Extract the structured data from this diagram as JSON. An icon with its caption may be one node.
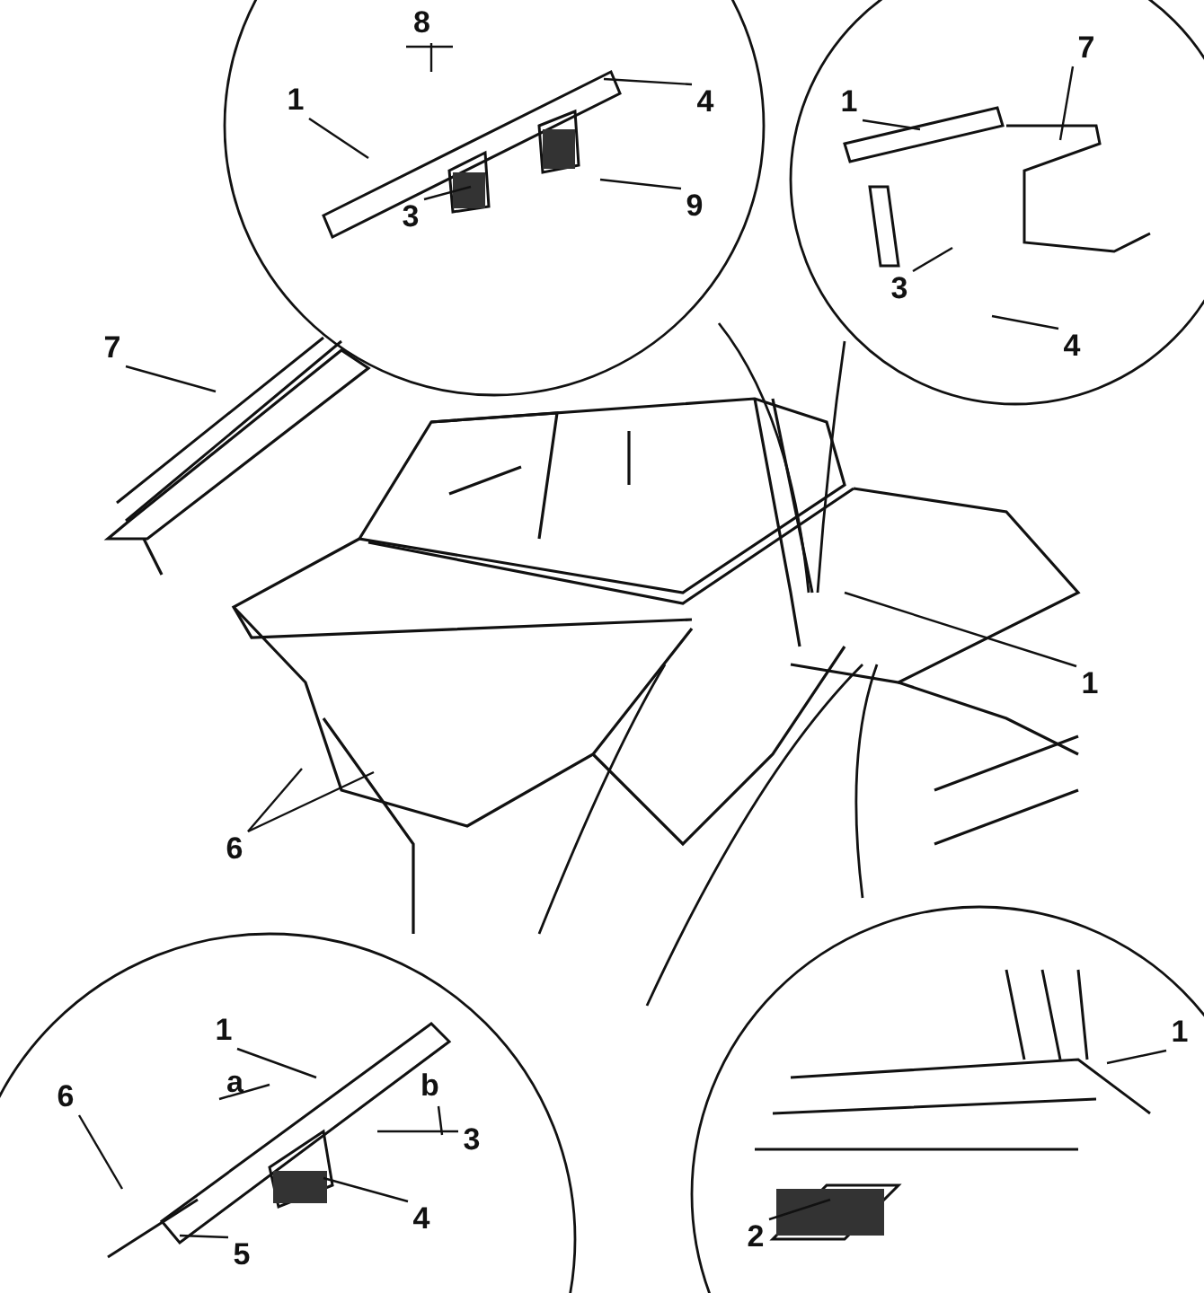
{
  "diagram": {
    "nodes": [
      {
        "text": [
          "1"
        ]
      },
      {
        "text": [
          "4"
        ]
      },
      {
        "text": [
          "9"
        ]
      },
      {
        "text": [
          "3"
        ]
      },
      {
        "text": [
          "1"
        ]
      },
      {
        "text": [
          "7"
        ]
      },
      {
        "text": [
          "3"
        ]
      },
      {
        "text": [
          "4"
        ]
      },
      {
        "text": [
          "7"
        ]
      },
      {
        "text": [
          "6"
        ]
      },
      {
        "text": [
          "1"
        ]
      },
      {
        "text": [
          "1"
        ]
      },
      {
        "text": [
          "6"
        ]
      },
      {
        "text": [
          "3"
        ]
      },
      {
        "text": [
          "4"
        ]
      },
      {
        "text": [
          "5"
        ]
      },
      {
        "text": [
          "1"
        ]
      },
      {
        "text": [
          "2"
        ]
      }
    ],
    "edges": [
      {
        "from": 0,
        "to": null,
        "arrow": "none"
      },
      {
        "from": 1,
        "to": null,
        "arrow": "none"
      },
      {
        "from": 2,
        "to": null,
        "arrow": "none"
      },
      {
        "from": 3,
        "to": null,
        "arrow": "none"
      },
      {
        "from": 4,
        "to": null,
        "arrow": "none"
      },
      {
        "from": 5,
        "to": null,
        "arrow": "none"
      },
      {
        "from": 6,
        "to": null,
        "arrow": "none"
      },
      {
        "from": 7,
        "to": null,
        "arrow": "none"
      },
      {
        "from": 8,
        "to": null,
        "arrow": "none"
      },
      {
        "from": 9,
        "to": null,
        "arrow": "none"
      },
      {
        "from": 9,
        "to": null,
        "arrow": "none"
      },
      {
        "from": 10,
        "to": null,
        "arrow": "none"
      },
      {
        "from": 11,
        "to": null,
        "arrow": "none"
      },
      {
        "from": 12,
        "to": null,
        "arrow": "none"
      },
      {
        "from": 13,
        "to": null,
        "arrow": "none"
      },
      {
        "from": 14,
        "to": null,
        "arrow": "none"
      },
      {
        "from": 15,
        "to": null,
        "arrow": "none"
      },
      {
        "from": 16,
        "to": null,
        "arrow": "none"
      },
      {
        "from": 17,
        "to": null,
        "arrow": "none"
      }
    ],
    "labels": [
      "8",
      "a",
      "b"
    ]
  }
}
